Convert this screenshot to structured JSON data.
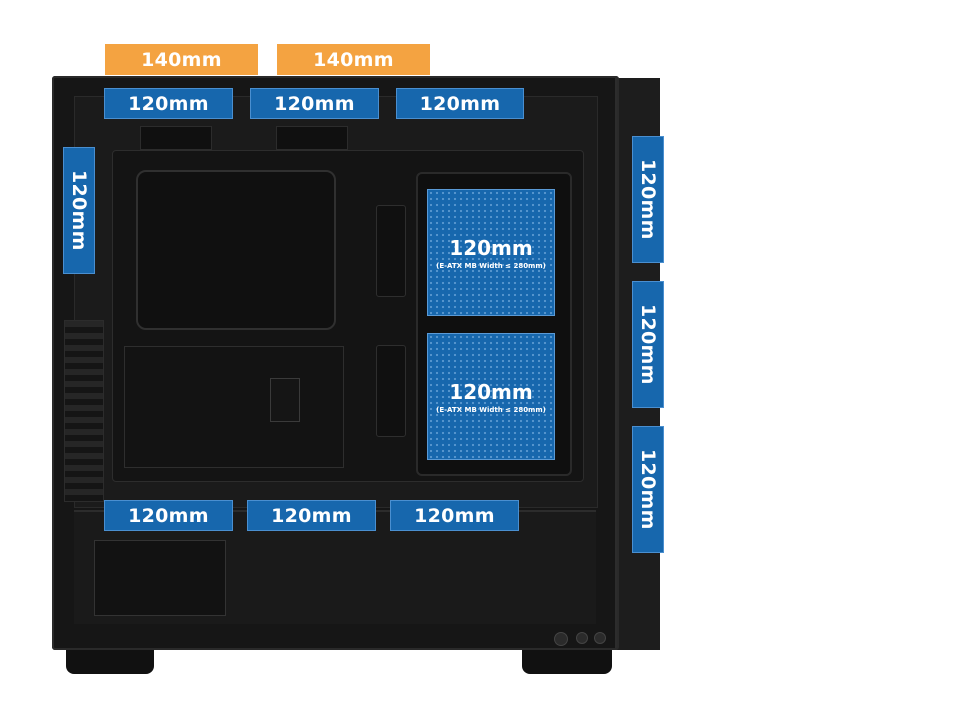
{
  "top_140": [
    "140mm",
    "140mm"
  ],
  "top_120": [
    "120mm",
    "120mm",
    "120mm"
  ],
  "rear": "120mm",
  "front": [
    "120mm",
    "120mm",
    "120mm"
  ],
  "bottom": [
    "120mm",
    "120mm",
    "120mm"
  ],
  "radiators": [
    {
      "size": "120mm",
      "note": "(E-ATX MB Width ≤ 280mm)"
    },
    {
      "size": "120mm",
      "note": "(E-ATX MB Width ≤ 280mm)"
    }
  ],
  "colors": {
    "fan_120": "#1767ad",
    "fan_140": "#f4a341",
    "case": "#161616"
  }
}
